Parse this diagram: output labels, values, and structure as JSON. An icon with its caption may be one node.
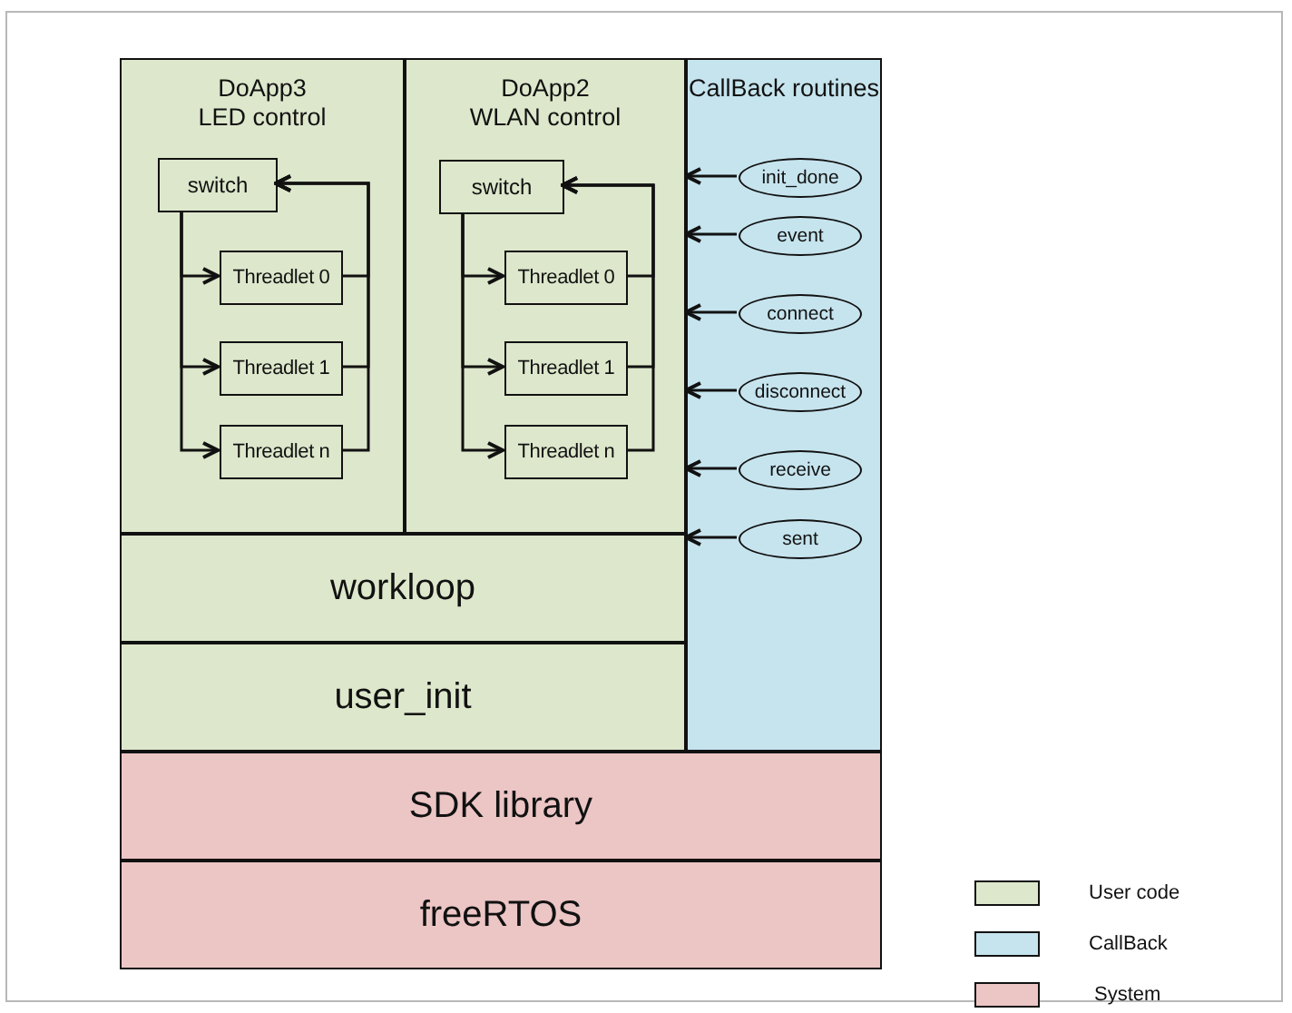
{
  "diagram": {
    "nodes": [
      {
        "text": [
          "DoApp3",
          "LED control"
        ]
      },
      {
        "text": [
          "switch"
        ],
        "in": 0
      },
      {
        "text": [
          "Threadlet 0"
        ],
        "in": 0
      },
      {
        "text": [
          "Threadlet 1"
        ],
        "in": 0
      },
      {
        "text": [
          "Threadlet n"
        ],
        "in": 0
      },
      {
        "text": [
          "DoApp2",
          "WLAN control"
        ]
      },
      {
        "text": [
          "switch"
        ],
        "in": 5
      },
      {
        "text": [
          "Threadlet 0"
        ],
        "in": 5
      },
      {
        "text": [
          "Threadlet 1"
        ],
        "in": 5
      },
      {
        "text": [
          "Threadlet n"
        ],
        "in": 5
      },
      {
        "text": [
          "CallBack routines"
        ]
      },
      {
        "text": [
          "init_done"
        ],
        "in": 10
      },
      {
        "text": [
          "event"
        ],
        "in": 10
      },
      {
        "text": [
          "connect"
        ],
        "in": 10
      },
      {
        "text": [
          "disconnect"
        ],
        "in": 10
      },
      {
        "text": [
          "receive"
        ],
        "in": 10
      },
      {
        "text": [
          "sent"
        ],
        "in": 10
      },
      {
        "text": [
          "workloop"
        ]
      },
      {
        "text": [
          "user_init"
        ]
      },
      {
        "text": [
          "SDK library"
        ]
      },
      {
        "text": [
          "freeRTOS"
        ]
      }
    ],
    "edges": [
      {
        "from": 1,
        "to": 2,
        "arrow": "to"
      },
      {
        "from": 1,
        "to": 3,
        "arrow": "to"
      },
      {
        "from": 1,
        "to": 4,
        "arrow": "to"
      },
      {
        "from": 2,
        "to": 1,
        "arrow": "to"
      },
      {
        "from": 3,
        "to": 1,
        "arrow": "to"
      },
      {
        "from": 4,
        "to": 1,
        "arrow": "to"
      },
      {
        "from": 6,
        "to": 7,
        "arrow": "to"
      },
      {
        "from": 6,
        "to": 8,
        "arrow": "to"
      },
      {
        "from": 6,
        "to": 9,
        "arrow": "to"
      },
      {
        "from": 7,
        "to": 6,
        "arrow": "to"
      },
      {
        "from": 8,
        "to": 6,
        "arrow": "to"
      },
      {
        "from": 9,
        "to": 6,
        "arrow": "to"
      },
      {
        "from": 11,
        "to": 5,
        "arrow": "to"
      },
      {
        "from": 12,
        "to": 5,
        "arrow": "to"
      },
      {
        "from": 13,
        "to": 5,
        "arrow": "to"
      },
      {
        "from": 14,
        "to": 5,
        "arrow": "to"
      },
      {
        "from": 15,
        "to": 5,
        "arrow": "to"
      },
      {
        "from": 16,
        "to": 17,
        "arrow": "to"
      }
    ],
    "legend": [
      {
        "text": "User code",
        "color": "#dde7cb"
      },
      {
        "text": "CallBack",
        "color": "#c6e4ee"
      },
      {
        "text": "System",
        "color": "#ecc5c5"
      }
    ]
  }
}
